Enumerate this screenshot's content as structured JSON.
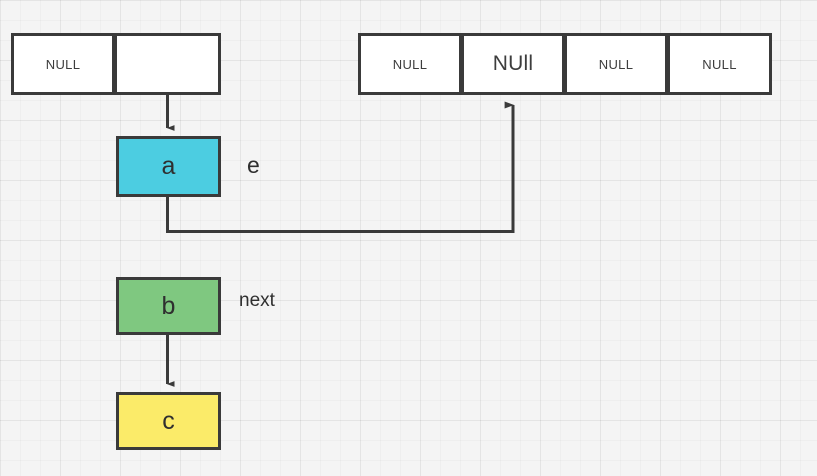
{
  "diagram": {
    "title": "linked-list and array pointer diagram",
    "background": {
      "fill": "#f4f4f4",
      "grid_minor": "#ececec",
      "grid_major": "#e3e3e3"
    },
    "stroke_color": "#3a3a3a",
    "arrays": [
      {
        "name": "left-array",
        "cells": [
          {
            "label": "NULL",
            "emphasis": false
          },
          {
            "label": "",
            "emphasis": false
          }
        ]
      },
      {
        "name": "right-array",
        "cells": [
          {
            "label": "NULL",
            "emphasis": false
          },
          {
            "label": "NUll",
            "emphasis": true
          },
          {
            "label": "NULL",
            "emphasis": false
          },
          {
            "label": "NULL",
            "emphasis": false
          }
        ]
      }
    ],
    "nodes": [
      {
        "name": "node-a",
        "label": "a",
        "color": "#4ccde1"
      },
      {
        "name": "node-b",
        "label": "b",
        "color": "#7fc880"
      },
      {
        "name": "node-c",
        "label": "c",
        "color": "#fbeb69"
      }
    ],
    "labels": [
      {
        "name": "label-e",
        "text": "e"
      },
      {
        "name": "label-next",
        "text": "next"
      }
    ]
  }
}
